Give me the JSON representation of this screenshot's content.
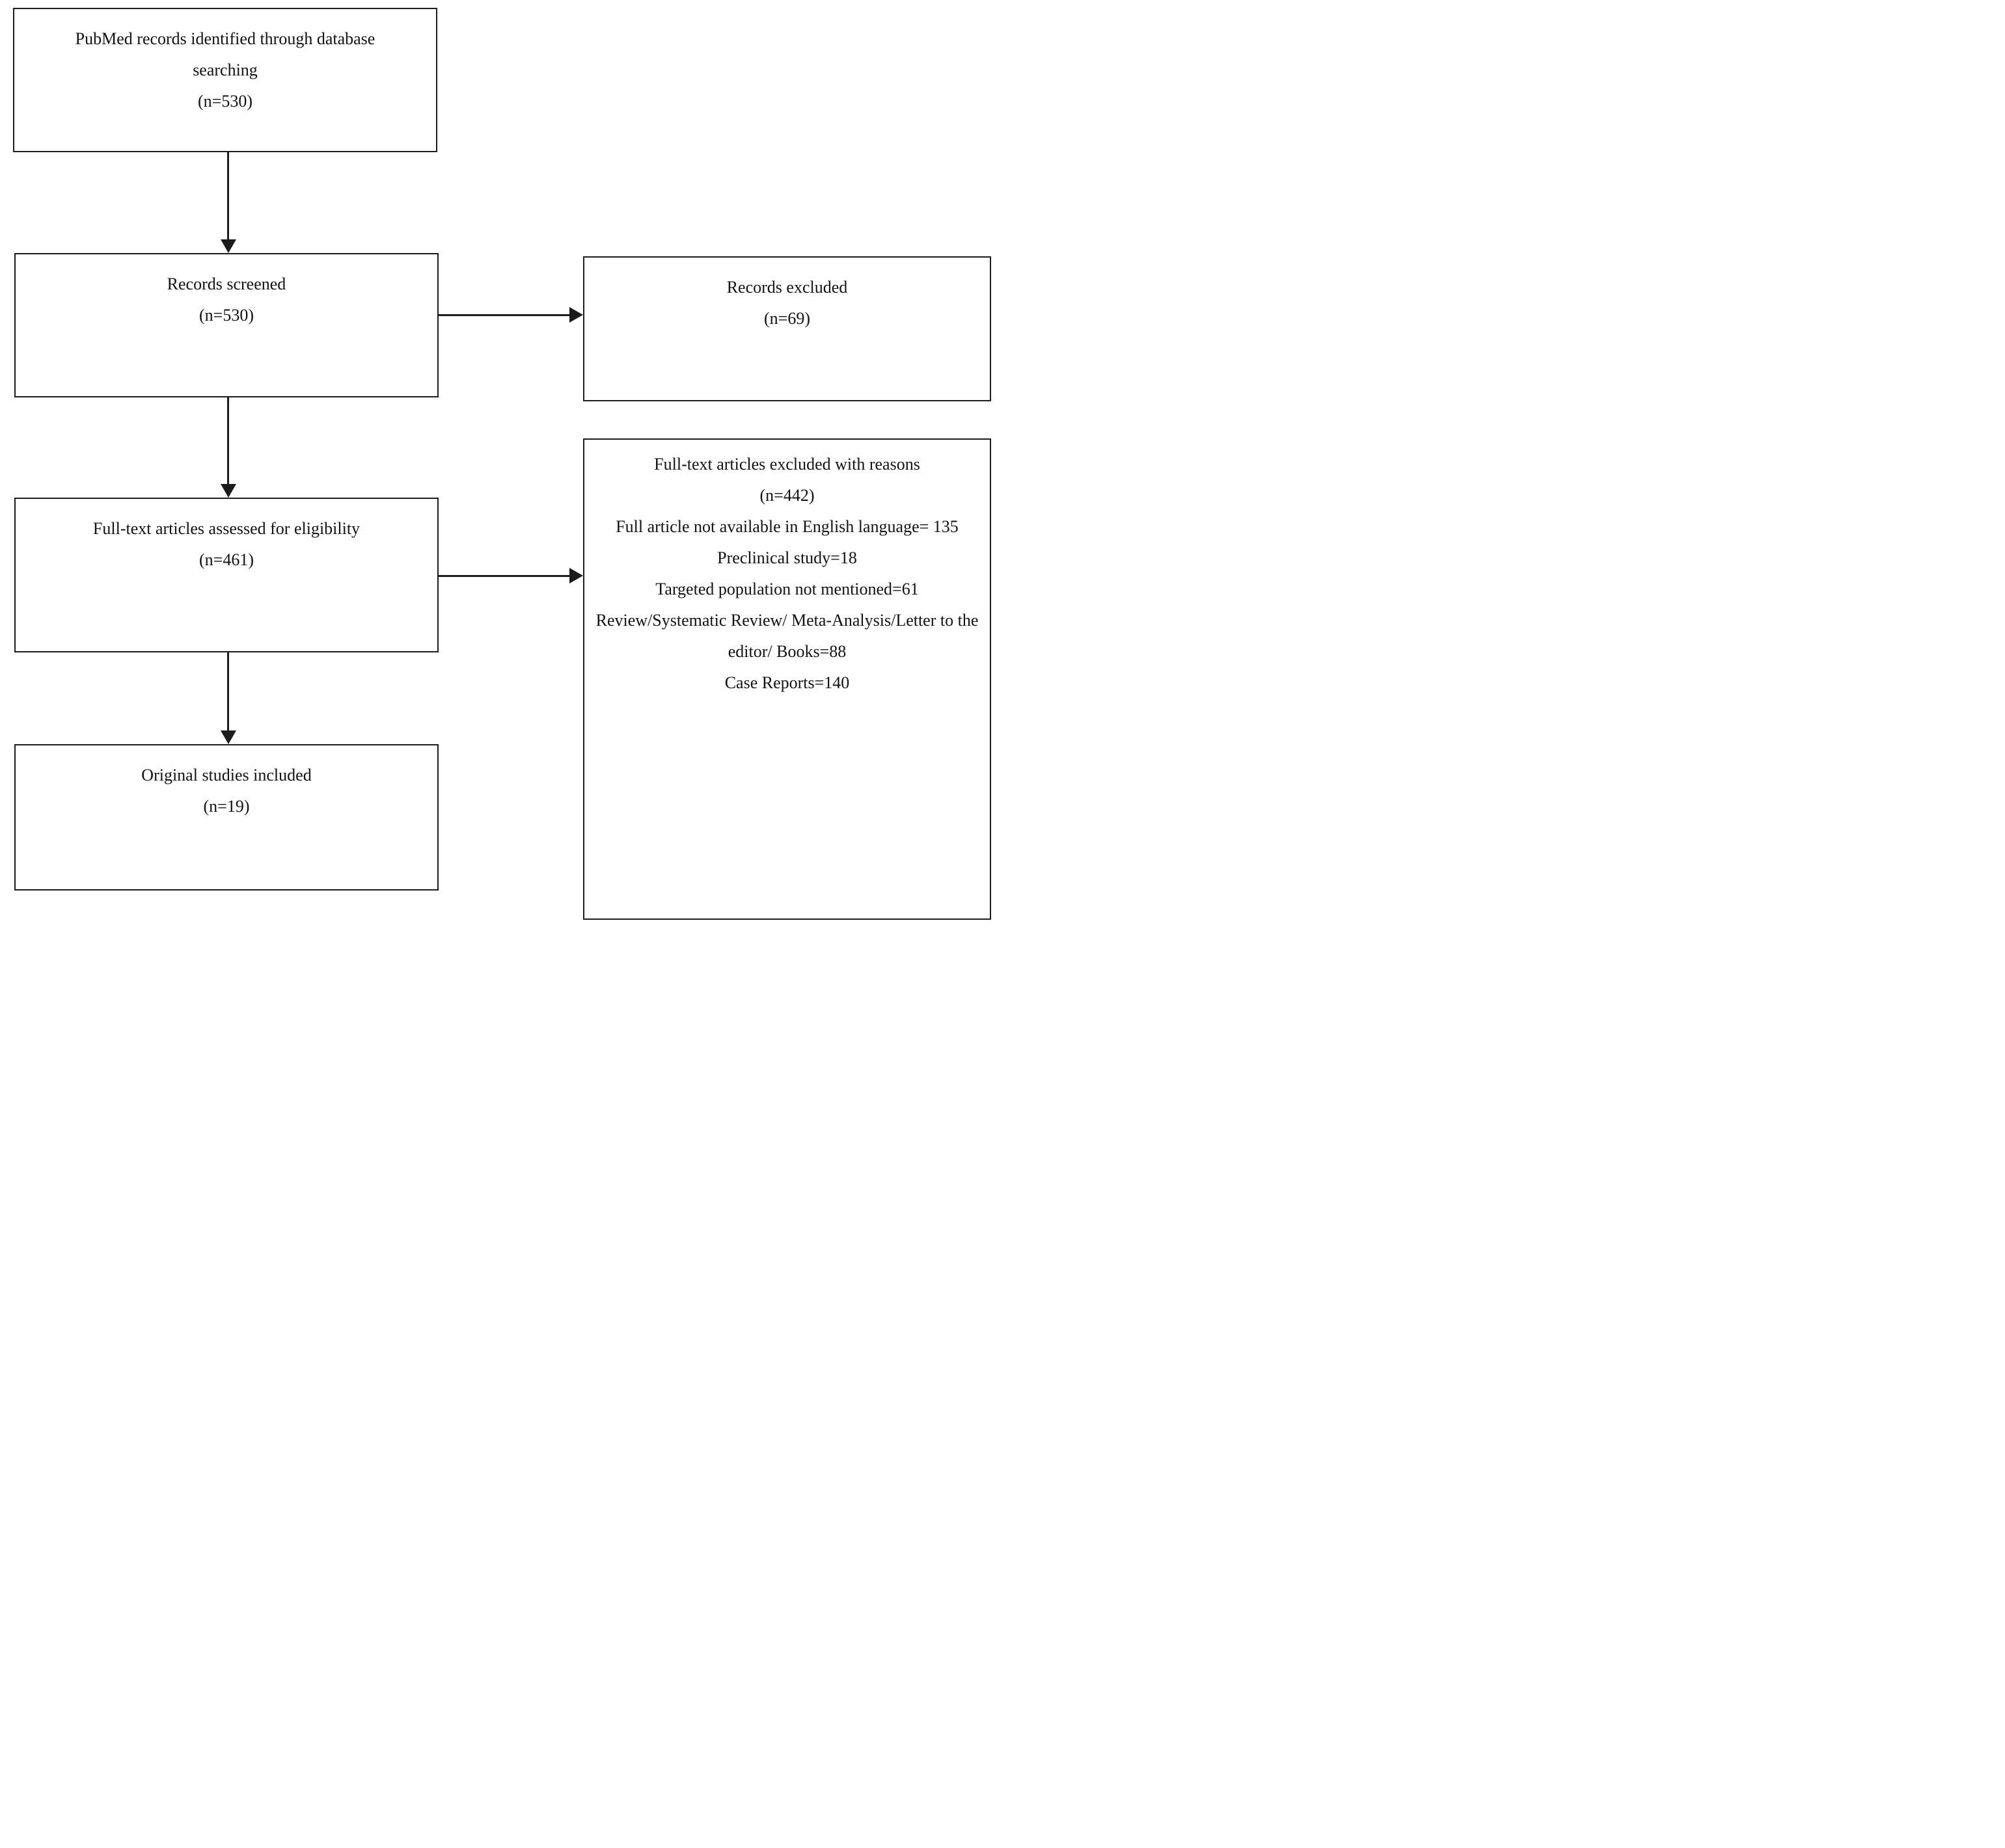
{
  "figure": {
    "type": "prisma-flow-diagram",
    "line_color": "#1c1c1c",
    "boxes": {
      "identified": {
        "title": "PubMed records identified through database searching",
        "count": "(n=530)"
      },
      "screened": {
        "title": "Records screened",
        "count": "(n=530)"
      },
      "records_excluded": {
        "title": "Records excluded",
        "count": "(n=69)"
      },
      "fulltext_assessed": {
        "title": "Full-text articles assessed for eligibility",
        "count": "(n=461)"
      },
      "fulltext_excluded": {
        "title": "Full-text articles excluded with reasons",
        "count": "(n=442)",
        "reasons": [
          "Full article not available in English language= 135",
          "Preclinical study=18",
          "Targeted population not mentioned=61",
          "Review/Systematic Review/ Meta-Analysis/Letter to the editor/ Books=88",
          "Case Reports=140"
        ]
      },
      "included": {
        "title": "Original studies included",
        "count": "(n=19)"
      }
    }
  }
}
